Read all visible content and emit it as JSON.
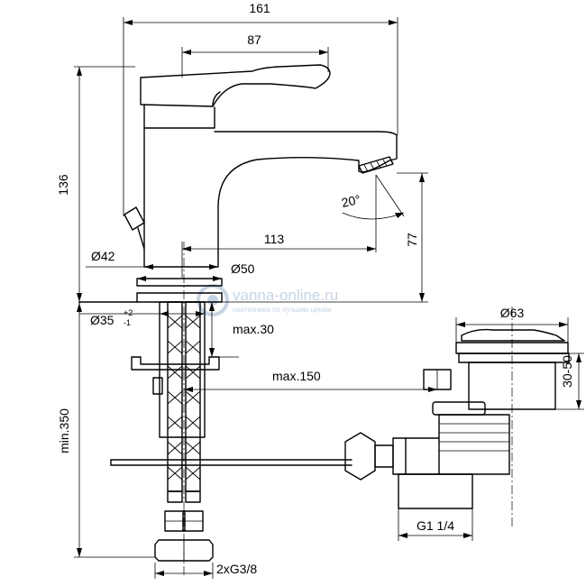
{
  "dimensions": {
    "overall_width": "161",
    "lever_length": "87",
    "total_height": "136",
    "spout_reach": "113",
    "outlet_height": "77",
    "base_diameter": "Ø42",
    "body_diameter": "Ø50",
    "hole_diameter": "Ø35",
    "hole_tol_plus": "+2",
    "hole_tol_minus": "-1",
    "deck_thickness": "max.30",
    "rod_reach": "max.150",
    "below_deck": "min.350",
    "hose_thread": "2xG3/8",
    "spout_angle": "20°",
    "waste_cap_diameter": "Ø63",
    "waste_adjust": "30-50",
    "waste_thread": "G1 1/4"
  },
  "watermark": {
    "site": "vanna-online.ru",
    "tagline": "сантехника по лучшим ценам",
    "accent_color": "#c7d4e4"
  }
}
